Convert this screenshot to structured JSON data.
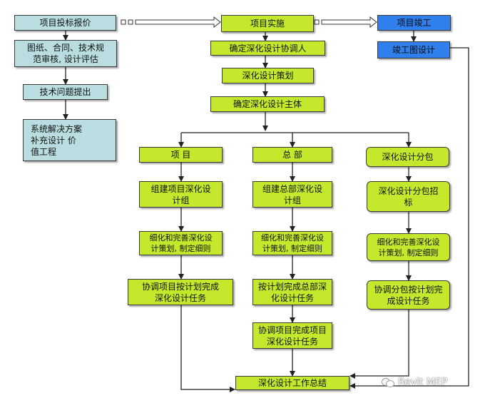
{
  "nodes": {
    "bid": "项目投标报价",
    "review": "图纸、合同、技术规\n范审核, 设计评估",
    "tech_issue": "技术问题提出",
    "solution": "系统解决方案\n补充设计  价\n值工程",
    "implement": "项目实施",
    "complete": "项目竣工",
    "asbuilt": "竣工图设计",
    "coordinator": "确定深化设计协调人",
    "planning": "深化设计策划",
    "subject": "确定深化设计主体",
    "col_project": "项  目",
    "col_hq": "总  部",
    "col_sub": "深化设计分包",
    "project_team": "组建项目深化设\n计组",
    "hq_team": "组建总部深化设\n计组",
    "sub_bid": "深化设计分包招\n标",
    "project_refine": "细化和完善深化设\n计策划, 制定细则",
    "hq_refine": "细化和完善深化设\n计策划, 制定细则",
    "sub_refine": "细化和完善深化设\n计策划, 制定细则",
    "project_task": "协调项目按计划完成\n深化设计任务",
    "hq_task": "按计划完成总部深\n化设计任务",
    "sub_task": "协调分包按计划完\n成设计任务",
    "hq_coord": "协调项目完成项目\n深化设计任务",
    "summary": "深化设计工作总结"
  },
  "watermark": "Revit MEP",
  "colors": {
    "cyan": "#b9dde0",
    "lime": "#c4e82c",
    "blue": "#2f80ed",
    "line": "#222222"
  }
}
